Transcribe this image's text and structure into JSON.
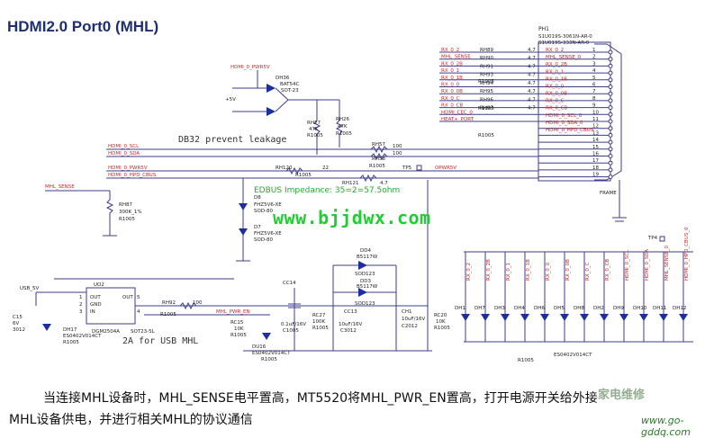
{
  "title": "HDMI2.0 Port0 (MHL)",
  "watermark": "www.bjjdwx.com",
  "caption": {
    "line1": "当连接MHL设备时，MHL_SENSE电平置高，MT5520将MHL_PWR_EN置高，打开电源开关给外接",
    "line2": "MHL设备供电，并进行相关MHL的协议通信"
  },
  "logo_text": "家电维修",
  "site": "www.go-gddq.com",
  "notes": {
    "prevent_leakage": "DB32  prevent leakage",
    "edbus": "EDBUS Impedance: 35=2=57.5ohm",
    "mhl_note": "2A for USB MHL"
  },
  "nets": {
    "hdmi0_pwr5v": "HDMI_0_PWR5V",
    "hdmi0_scl": "HDMI_0_SCL",
    "hdmi0_sda": "HDMI_0_SDA",
    "hdmi0_pwr5v_2": "HDMI_0_PWR5V",
    "hdmi0_hpd_cbus": "HDMI_0_HPD_CBUS",
    "mhl_sense": "MHL_SENSE",
    "opwr5v": "OPWR5V",
    "usb_5v": "USB_5V",
    "mhl_pwr_en": "MHL_PWR_EN",
    "plus5v": "+5V",
    "tp5": "TP5",
    "tp4": "TP4"
  },
  "connector": {
    "ref": "PH1",
    "part1": "S1U019S-3061N-AR-0",
    "part2": "S1U019S-333N-AR-0",
    "left_nets": [
      "RX_0_2",
      "MHL_SENSE",
      "RX_0_2B",
      "RX_0_1",
      "RX_0_1B",
      "RX_0_0",
      "RX_0_0B",
      "RX_0_C",
      "RX_0_CB",
      "HDMI_CEC_0",
      "HEAT+_PORT"
    ],
    "resistors": [
      "RH89",
      "RH90",
      "RH91",
      "RH93",
      "RH94",
      "RH95",
      "RH96",
      "RH97"
    ],
    "res_values": [
      "4.7",
      "4.7",
      "4.7",
      "4.7",
      "4.7",
      "4.7",
      "4.7",
      "4.7"
    ],
    "right_nets": [
      "RX_0_2",
      "MHL_SENSE_0",
      "RX_0_2B",
      "RX_0_1",
      "RX_0_1B",
      "RX_0_0",
      "RX_0_0B",
      "RX_0_C",
      "RX_0_CB",
      "HDMI_0_SCL_0",
      "HDMI_0_SDA_0",
      "HDMI_0_HPD_CBUS"
    ],
    "pins": [
      "1",
      "2",
      "3",
      "4",
      "5",
      "6",
      "7",
      "8",
      "9",
      "10",
      "11",
      "12",
      "13",
      "14",
      "15",
      "16",
      "17",
      "18",
      "19"
    ],
    "r1005_a": "R1005",
    "r1005_b": "R1005",
    "r1005_c": "R1005",
    "frame": "FRAME"
  },
  "parts": {
    "dh36": "DH36",
    "dh36_part": "BAT54C",
    "dh36_pkg": "SOT-23",
    "rh27": "RH27",
    "rh27_v": "47K",
    "rh27_p": "R1005",
    "rh26": "RH26",
    "rh26_v": "47K",
    "rh26_p": "R1005",
    "rh57": "RH57",
    "rh57_v": "100",
    "rh58": "RH58",
    "rh58_v": "100",
    "rh58_p": "R1005",
    "rh120": "RH120",
    "rh120_p": "R1005",
    "rh120_v": "22",
    "rh121": "RH121",
    "rh121_v": "4.7",
    "rh87": "RH87",
    "rh87_v": "300K_1%",
    "rh87_p": "R1005",
    "d8": "D8",
    "d8_p": "FHZ5V6-XE",
    "d8_pkg": "SOD-80",
    "d7": "D7",
    "d7_p": "FHZ5V6-XE",
    "d7_pkg": "SOD-80",
    "uo2": "UO2",
    "uo2_pins": [
      "OUT",
      "GND",
      "IN",
      "OUT"
    ],
    "uo2_nums": [
      "1",
      "2",
      "3",
      "5",
      "4"
    ],
    "uo2_part": "DGM2504A",
    "uo2_pkg": "SOT23-5L",
    "rh92": "RH92",
    "rh92_v": "100",
    "rh92_p": "R1005",
    "rc15": "RC15",
    "rc15_v": "10K",
    "rc15_p": "R1005",
    "du16": "DU16",
    "du16_p": "ES0402V014CT",
    "du16_pkg": "R1005",
    "dh17": "DH17",
    "dh17_p": "ES0402V014CT",
    "dh17_pkg": "R1005",
    "c15": "C15",
    "c15_v": "6V",
    "c15_p": "3012",
    "cc14": "CC14",
    "cc14_v": "0.1uF/16V",
    "cc14_p": "C1005",
    "rc27": "RC27",
    "rc27_v": "100K",
    "rc27_p": "R1005",
    "cc13": "CC13",
    "cc13_v": "10uF/16V",
    "cc13_p": "C3012",
    "ch1": "CH1",
    "ch1_v": "10uF/16V",
    "ch1_p": "C2012",
    "rc20": "RC20",
    "rc20_v": "10K",
    "rc20_p": "R1005",
    "dd4": "DD4",
    "dd4_p": "B5117W",
    "dd4_pkg": "SOD123",
    "dd3": "DD3",
    "dd3_p": "B5117W",
    "dd3_pkg": "SOD123"
  },
  "esd": {
    "refs": [
      "DH1",
      "DH7",
      "DH3",
      "DH4",
      "DH6",
      "DH5",
      "DH8",
      "DH2",
      "DH9",
      "DH10",
      "DH11",
      "DH12"
    ],
    "nets": [
      "RX_0_2",
      "RX_0_2B",
      "RX_0_1",
      "RX_0_1B",
      "RX_0_0",
      "RX_0_0B",
      "RX_0_C",
      "RX_0_CB",
      "HDMI_0_SCL",
      "HDMI_0_SDA",
      "MHL_SENSE_0",
      "HDMI_0_HPD_CBUS_0"
    ],
    "part": "ES0402V014CT",
    "pkg": "R1005"
  }
}
